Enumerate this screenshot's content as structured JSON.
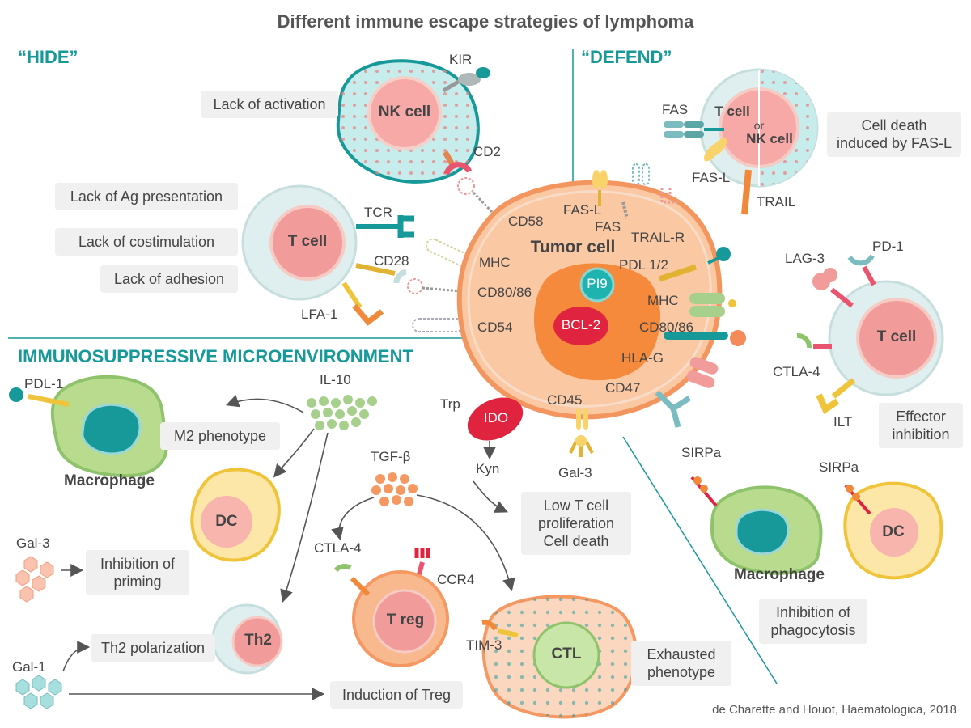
{
  "title": "Different immune escape strategies of lymphoma",
  "sections": {
    "hide": "“HIDE”",
    "defend": "“DEFEND”",
    "micro": "IMMUNOSUPPRESSIVE MICROENVIRONMENT"
  },
  "boxes": {
    "lack_activation": "Lack of activation",
    "lack_ag": "Lack of Ag presentation",
    "lack_costim": "Lack of costimulation",
    "lack_adhesion": "Lack of adhesion",
    "fasl_death_1": "Cell death",
    "fasl_death_2": "induced by FAS-L",
    "effector_1": "Effector",
    "effector_2": "inhibition",
    "m2": "M2 phenotype",
    "priming_1": "Inhibition of",
    "priming_2": "priming",
    "th2pol": "Th2 polarization",
    "treg_ind": "Induction of Treg",
    "lowt_1": "Low T cell",
    "lowt_2": "proliferation",
    "lowt_3": "Cell death",
    "phago_1": "Inhibition of",
    "phago_2": "phagocytosis",
    "exhaust_1": "Exhausted",
    "exhaust_2": "phenotype"
  },
  "cells": {
    "nk": "NK cell",
    "tcell_left": "T cell",
    "tumor": "Tumor cell",
    "pi9": "PI9",
    "bcl2": "BCL-2",
    "tcell_or_nk_1": "T cell",
    "tcell_or_nk_or": "or",
    "tcell_or_nk_2": "NK cell",
    "tcell_right": "T cell",
    "macrophage": "Macrophage",
    "dc": "DC",
    "th2": "Th2",
    "treg": "T reg",
    "ctl": "CTL",
    "ido": "IDO",
    "macrophage_right": "Macrophage",
    "dc_right": "DC"
  },
  "labels": {
    "kir": "KIR",
    "cd2": "CD2",
    "tcr": "TCR",
    "cd28": "CD28",
    "lfa1": "LFA-1",
    "cd58": "CD58",
    "mhc_left": "MHC",
    "cd8086_left": "CD80/86",
    "cd54": "CD54",
    "fasl_top": "FAS-L",
    "fas_top": "FAS",
    "trail_top": "TRAIL-R",
    "fas_right": "FAS",
    "fasl_right": "FAS-L",
    "trail_right": "TRAIL",
    "pdl12": "PDL 1/2",
    "mhc_right": "MHC",
    "cd8086_right": "CD80/86",
    "hlag": "HLA-G",
    "cd47": "CD47",
    "cd45": "CD45",
    "lag3": "LAG-3",
    "pd1": "PD-1",
    "ctla4_right": "CTLA-4",
    "ilt": "ILT",
    "pdl1": "PDL-1",
    "il10": "IL-10",
    "gal3_left": "Gal-3",
    "gal1": "Gal-1",
    "tgfb": "TGF-β",
    "ctla4_treg": "CTLA-4",
    "ccr4": "CCR4",
    "tim3": "TIM-3",
    "trp": "Trp",
    "kyn": "Kyn",
    "gal3_bottom": "Gal-3",
    "sirpa_1": "SIRPa",
    "sirpa_2": "SIRPa"
  },
  "credit": "de Charette and Houot, Haematologica, 2018",
  "colors": {
    "teal": "#17999a",
    "tumor_fill": "#fbc8a4",
    "tumor_border": "#f2955e",
    "nucleus": "#f58a3c",
    "pink": "#f29b9b",
    "grey_text": "#444444"
  }
}
